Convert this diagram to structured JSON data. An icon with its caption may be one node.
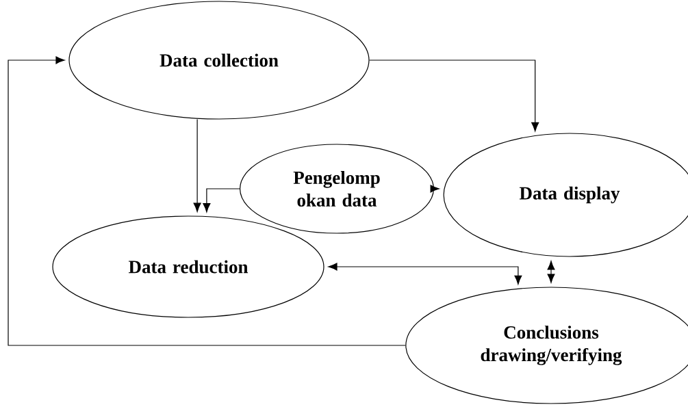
{
  "diagram": {
    "nodes": [
      {
        "text": [
          "Data collection"
        ]
      },
      {
        "text": [
          "Pengelomp okan data"
        ]
      },
      {
        "text": [
          "Data display"
        ]
      },
      {
        "text": [
          "Data reduction"
        ]
      },
      {
        "text": [
          "Conclusions drawing/verifying"
        ]
      }
    ],
    "edges": [
      {
        "from": 0,
        "to": 2,
        "arrow": "to"
      },
      {
        "from": 0,
        "to": 3,
        "arrow": "to"
      },
      {
        "from": 1,
        "to": 3,
        "arrow": "to"
      },
      {
        "from": 1,
        "to": 2,
        "arrow": "to"
      },
      {
        "from": 2,
        "to": 4,
        "arrow": "both"
      },
      {
        "from": 3,
        "to": 4,
        "arrow": "both"
      },
      {
        "from": 4,
        "to": 0,
        "arrow": "to"
      }
    ]
  }
}
